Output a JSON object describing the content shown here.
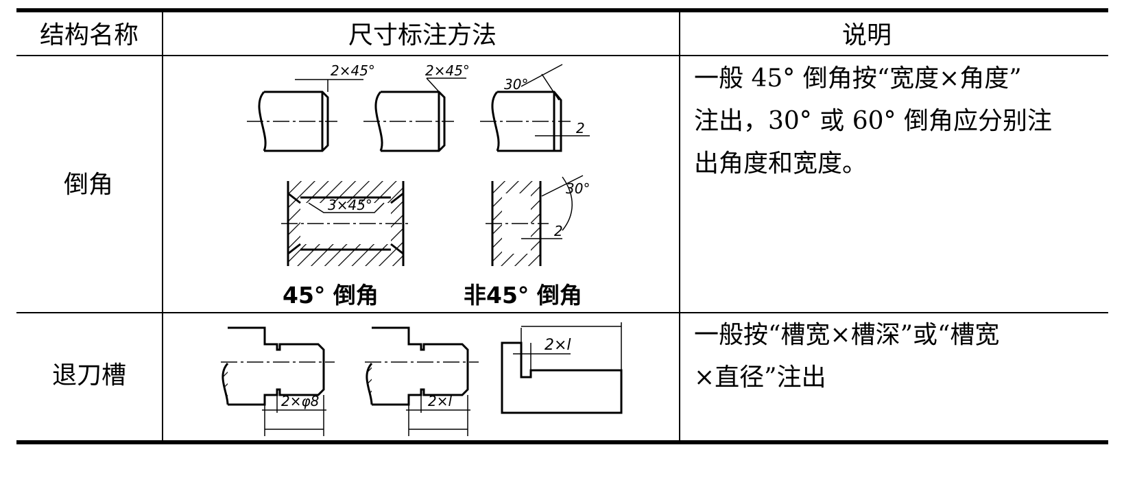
{
  "table": {
    "headers": [
      "结构名称",
      "尺寸标注方法",
      "说明"
    ],
    "rows": [
      {
        "name": "倒角",
        "description_lines": [
          "一般 45° 倒角按“宽度×角度”",
          "注出，30° 或 60° 倒角应分别注",
          "出角度和宽度。"
        ],
        "figure_labels": {
          "shaft1": "2×45°",
          "shaft2": "2×45°",
          "shaft3_angle": "30°",
          "shaft3_width": "2",
          "bore1": "3×45°",
          "bore2_angle": "30°",
          "bore2_width": "2"
        },
        "captions": [
          "45° 倒角",
          "非45° 倒角"
        ]
      },
      {
        "name": "退刀槽",
        "description_lines": [
          "一般按“槽宽×槽深”或“槽宽",
          "×直径”注出"
        ],
        "figure_labels": {
          "groove1": "2×φ8",
          "groove2": "2×l",
          "groove3": "2×l"
        }
      }
    ]
  }
}
